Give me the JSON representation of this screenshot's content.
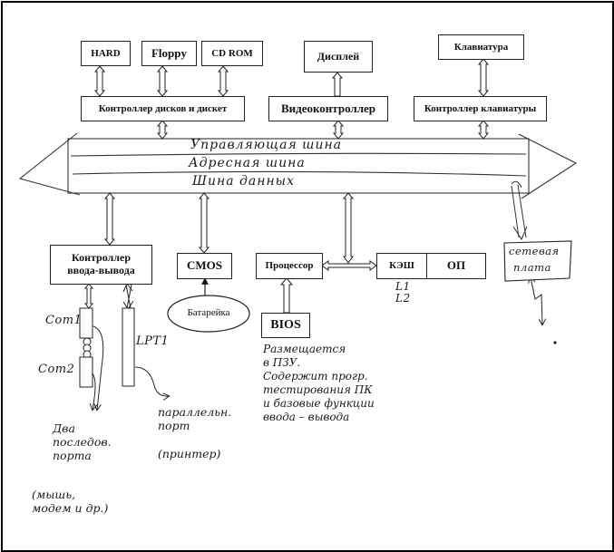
{
  "diagram": {
    "type": "pc-architecture-block-diagram",
    "peripherals_top": {
      "hard": "HARD",
      "floppy": "Floppy",
      "cdrom": "CD ROM",
      "display": "Дисплей",
      "keyboard": "Клавиатура"
    },
    "controllers_top": {
      "disk_controller": "Контроллер дисков и дискет",
      "video_controller": "Видеоконтроллер",
      "keyboard_controller": "Контроллер клавиатуры"
    },
    "bus": {
      "control_bus": "Управляющая шина",
      "address_bus": "Адресная шина",
      "data_bus": "Шина данных"
    },
    "lower_blocks": {
      "io_controller_line1": "Контроллер",
      "io_controller_line2": "ввода-вывода",
      "cmos": "CMOS",
      "battery": "Батарейка",
      "processor": "Процессор",
      "cache": "КЭШ",
      "ram": "ОП",
      "bios": "BIOS",
      "network_card_line1": "сетевая",
      "network_card_line2": "плата"
    },
    "cache_levels": {
      "l1": "L1",
      "l2": "L2"
    },
    "ports": {
      "com1": "Com1",
      "com2": "Com2",
      "lpt1": "LPT1"
    },
    "notes": {
      "serial_ports": "Два\nпоследов.\nпорта",
      "serial_ports_examples": "(мышь,\nмодем и др.)",
      "parallel_port": "параллельн.\nпорт",
      "parallel_port_example": "(принтер)",
      "bios_description": "Размещается\nв ПЗУ.\nСодержит прогр.\nтестирования ПК\nи базовые функции\nввода – вывода"
    },
    "edges": [
      {
        "from": "HARD",
        "to": "Контроллер дисков и дискет",
        "kind": "bidirectional"
      },
      {
        "from": "Floppy",
        "to": "Контроллер дисков и дискет",
        "kind": "bidirectional"
      },
      {
        "from": "CD ROM",
        "to": "Контроллер дисков и дискет",
        "kind": "bidirectional"
      },
      {
        "from": "Контроллер дисков и дискет",
        "to": "Шина",
        "kind": "bidirectional"
      },
      {
        "from": "Видеоконтроллер",
        "to": "Дисплей",
        "kind": "directed"
      },
      {
        "from": "Шина",
        "to": "Видеоконтроллер",
        "kind": "bidirectional"
      },
      {
        "from": "Клавиатура",
        "to": "Контроллер клавиатуры",
        "kind": "bidirectional"
      },
      {
        "from": "Контроллер клавиатуры",
        "to": "Шина",
        "kind": "bidirectional"
      },
      {
        "from": "Шина",
        "to": "Контроллер ввода-вывода",
        "kind": "bidirectional"
      },
      {
        "from": "Шина",
        "to": "CMOS",
        "kind": "bidirectional"
      },
      {
        "from": "Шина",
        "to": "Процессор–КЭШ link",
        "kind": "bidirectional"
      },
      {
        "from": "Процессор",
        "to": "КЭШ",
        "kind": "bidirectional"
      },
      {
        "from": "BIOS",
        "to": "Процессор",
        "kind": "directed"
      },
      {
        "from": "Батарейка",
        "to": "CMOS",
        "kind": "directed"
      },
      {
        "from": "Шина",
        "to": "сетевая плата",
        "kind": "bidirectional"
      },
      {
        "from": "Контроллер ввода-вывода",
        "to": "Com1",
        "kind": "bidirectional"
      },
      {
        "from": "Контроллер ввода-вывода",
        "to": "LPT1",
        "kind": "bidirectional"
      }
    ]
  }
}
